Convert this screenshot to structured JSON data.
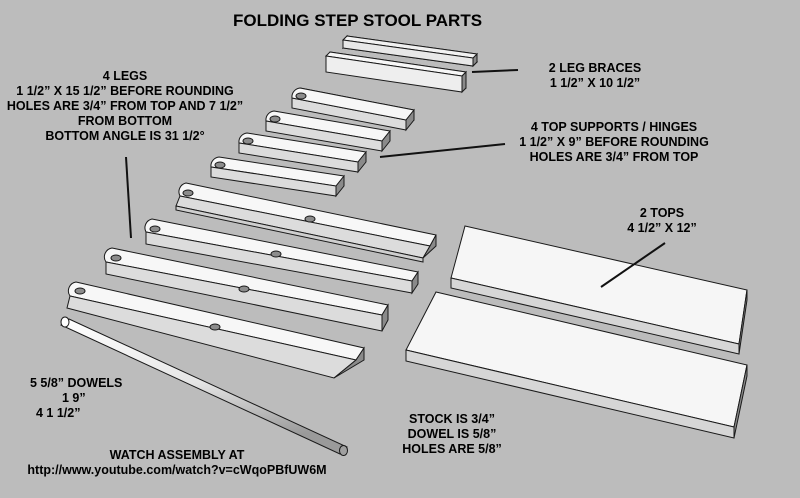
{
  "diagram": {
    "title": "FOLDING STEP STOOL PARTS",
    "legs_note": {
      "lines": [
        "4 LEGS",
        "1 1/2” X 15 1/2”  BEFORE ROUNDING",
        "HOLES ARE 3/4” FROM TOP AND 7 1/2”",
        "FROM BOTTOM",
        "BOTTOM ANGLE IS 31 1/2°"
      ]
    },
    "leg_braces_note": {
      "lines": [
        "2  LEG BRACES",
        "1 1/2” X 10 1/2”"
      ]
    },
    "top_supports_note": {
      "lines": [
        "4   TOP SUPPORTS / HINGES",
        "1 1/2” X 9”  BEFORE ROUNDING",
        "HOLES ARE 3/4” FROM TOP"
      ]
    },
    "tops_note": {
      "lines": [
        "2   TOPS",
        "4 1/2” X 12”"
      ]
    },
    "dowels_note": {
      "lines": [
        "5  5/8” DOWELS",
        "1       9”",
        "4   1 1/2”"
      ]
    },
    "stock_note": {
      "lines": [
        "STOCK IS 3/4”",
        "DOWEL IS 5/8”",
        "HOLES ARE 5/8”"
      ]
    },
    "watch_note": {
      "lines": [
        "WATCH ASSEMBLY AT",
        "http://www.youtube.com/watch?v=cWqoPBfUW6M"
      ]
    },
    "colors": {
      "background": "#bcbcbc",
      "board_top": "#f2f2f2",
      "board_side": "#d6d6d6",
      "board_end": "#8a8a8a",
      "outline": "#1a1a1a",
      "hole": "#8c8c8c"
    }
  }
}
